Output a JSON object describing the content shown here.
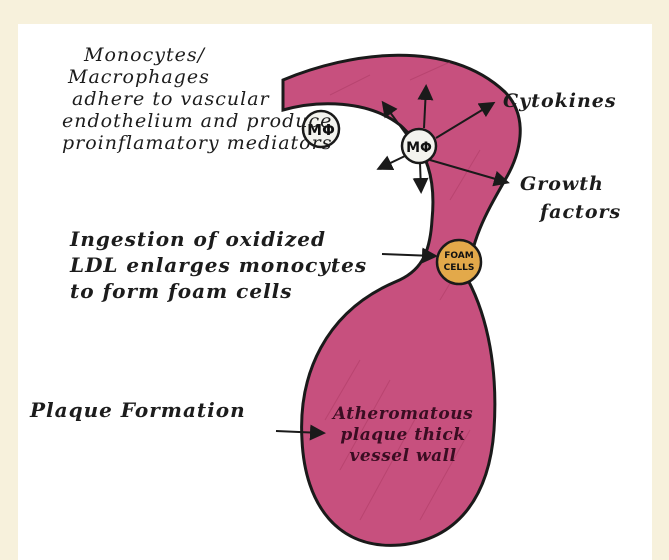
{
  "annotations": {
    "monocytes_lines": [
      "Monocytes/",
      "Macrophages",
      "adhere to vascular",
      "endothelium and produce",
      "proinflamatory mediators"
    ],
    "ingestion_lines": [
      "Ingestion of oxidized",
      "LDL enlarges monocytes",
      "to form foam cells"
    ],
    "plaque_formation": "Plaque Formation",
    "cytokines": "Cytokines",
    "growth_factors_lines": [
      "Growth",
      "factors"
    ]
  },
  "cells": {
    "macrophage_1": "MΦ",
    "macrophage_2": "MΦ",
    "foam_cells_lines": [
      "FOAM",
      "CELLS"
    ]
  },
  "plaque_lines": [
    "Atheromatous",
    "plaque thick",
    "vessel wall"
  ],
  "colors": {
    "vessel_fill": "#c7507e",
    "vessel_outline": "#1a1a1a",
    "foam_cell_fill": "#e3a94a",
    "macrophage_fill": "#f3f3ee",
    "frame_background": "#f7f1dc"
  }
}
